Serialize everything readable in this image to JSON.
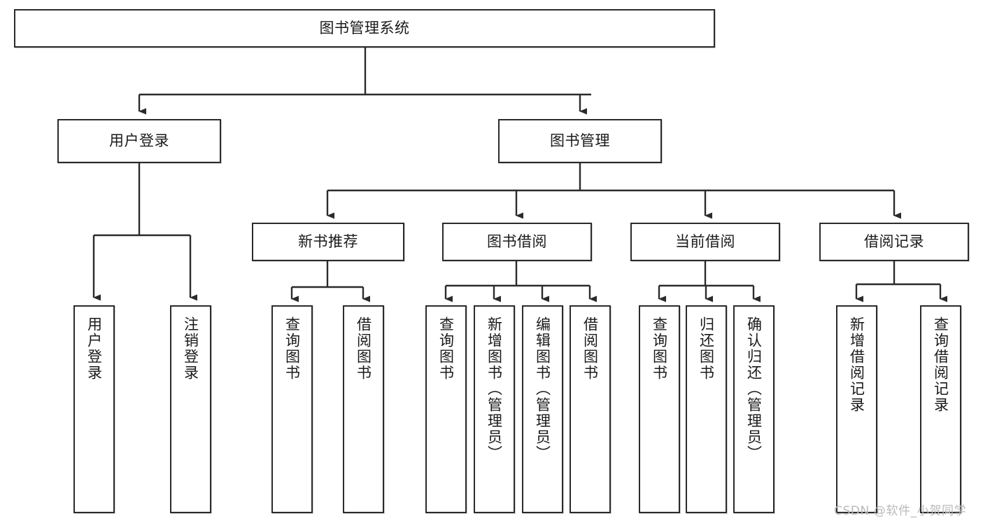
{
  "diagram": {
    "title": "图书管理系统",
    "type": "tree-hierarchy-diagram",
    "style": {
      "box_border_color": "#2b2b2b",
      "box_fill_color": "#ffffff",
      "edge_color": "#2b2b2b",
      "text_color": "#1a1a1a",
      "background_color": "#ffffff",
      "watermark_color": "#b9b9b9"
    },
    "root": {
      "id": "root",
      "label": "图书管理系统",
      "orientation": "horizontal"
    },
    "level2": [
      {
        "id": "user-login",
        "label": "用户登录",
        "orientation": "horizontal"
      },
      {
        "id": "book-management",
        "label": "图书管理",
        "orientation": "horizontal"
      }
    ],
    "level3": [
      {
        "id": "new-book-recommend",
        "label": "新书推荐",
        "orientation": "horizontal",
        "parent": "book-management"
      },
      {
        "id": "book-borrow",
        "label": "图书借阅",
        "orientation": "horizontal",
        "parent": "book-management"
      },
      {
        "id": "current-borrow",
        "label": "当前借阅",
        "orientation": "horizontal",
        "parent": "book-management"
      },
      {
        "id": "borrow-record",
        "label": "借阅记录",
        "orientation": "horizontal",
        "parent": "book-management"
      }
    ],
    "leaves": [
      {
        "id": "leaf-user-login",
        "label": "用户登录",
        "orientation": "vertical",
        "parent": "user-login"
      },
      {
        "id": "leaf-logout",
        "label": "注销登录",
        "orientation": "vertical",
        "parent": "user-login"
      },
      {
        "id": "leaf-query-book-1",
        "label": "查询图书",
        "orientation": "vertical",
        "parent": "new-book-recommend"
      },
      {
        "id": "leaf-borrow-book-1",
        "label": "借阅图书",
        "orientation": "vertical",
        "parent": "new-book-recommend"
      },
      {
        "id": "leaf-query-book-2",
        "label": "查询图书",
        "orientation": "vertical",
        "parent": "book-borrow"
      },
      {
        "id": "leaf-add-book",
        "label": "新增图书（管理员）",
        "orientation": "vertical",
        "parent": "book-borrow"
      },
      {
        "id": "leaf-edit-book",
        "label": "编辑图书（管理员）",
        "orientation": "vertical",
        "parent": "book-borrow"
      },
      {
        "id": "leaf-borrow-book-2",
        "label": "借阅图书",
        "orientation": "vertical",
        "parent": "book-borrow"
      },
      {
        "id": "leaf-query-book-3",
        "label": "查询图书",
        "orientation": "vertical",
        "parent": "current-borrow"
      },
      {
        "id": "leaf-return-book",
        "label": "归还图书",
        "orientation": "vertical",
        "parent": "current-borrow"
      },
      {
        "id": "leaf-confirm-return",
        "label": "确认归还（管理员）",
        "orientation": "vertical",
        "parent": "current-borrow"
      },
      {
        "id": "leaf-add-record",
        "label": "新增借阅记录",
        "orientation": "vertical",
        "parent": "borrow-record"
      },
      {
        "id": "leaf-query-record",
        "label": "查询借阅记录",
        "orientation": "vertical",
        "parent": "borrow-record"
      }
    ]
  },
  "watermark": {
    "text": "CSDN @软件_小贺同学"
  }
}
